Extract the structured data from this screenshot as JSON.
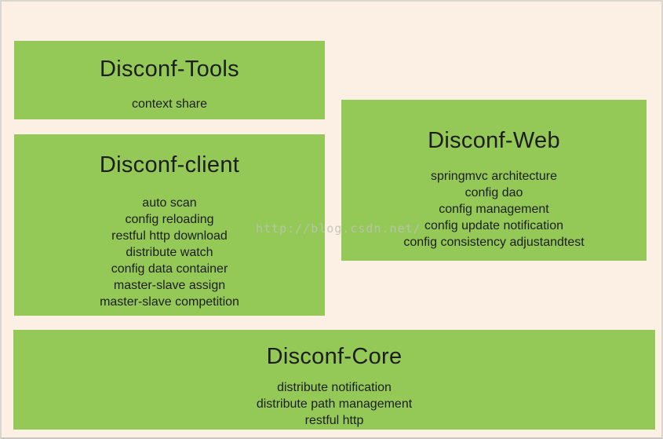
{
  "diagram": {
    "watermark": "http://blog.csdn.net/",
    "colors": {
      "box_fill": "#94c958",
      "background": "#fcefe3",
      "border": "#d9d5cf",
      "text": "#1d1d1d",
      "watermark_text": "#bec1b8"
    },
    "boxes": {
      "tools": {
        "title": "Disconf-Tools",
        "items": [
          "context share"
        ]
      },
      "client": {
        "title": "Disconf-client",
        "items": [
          "auto scan",
          "config reloading",
          "restful http download",
          "distribute watch",
          "config data container",
          "master-slave assign",
          "master-slave competition"
        ]
      },
      "web": {
        "title": "Disconf-Web",
        "items": [
          "springmvc architecture",
          "config dao",
          "config management",
          "config update notification",
          "config consistency adjustandtest"
        ]
      },
      "core": {
        "title": "Disconf-Core",
        "items": [
          "distribute notification",
          "distribute path management",
          "restful http"
        ]
      }
    }
  }
}
